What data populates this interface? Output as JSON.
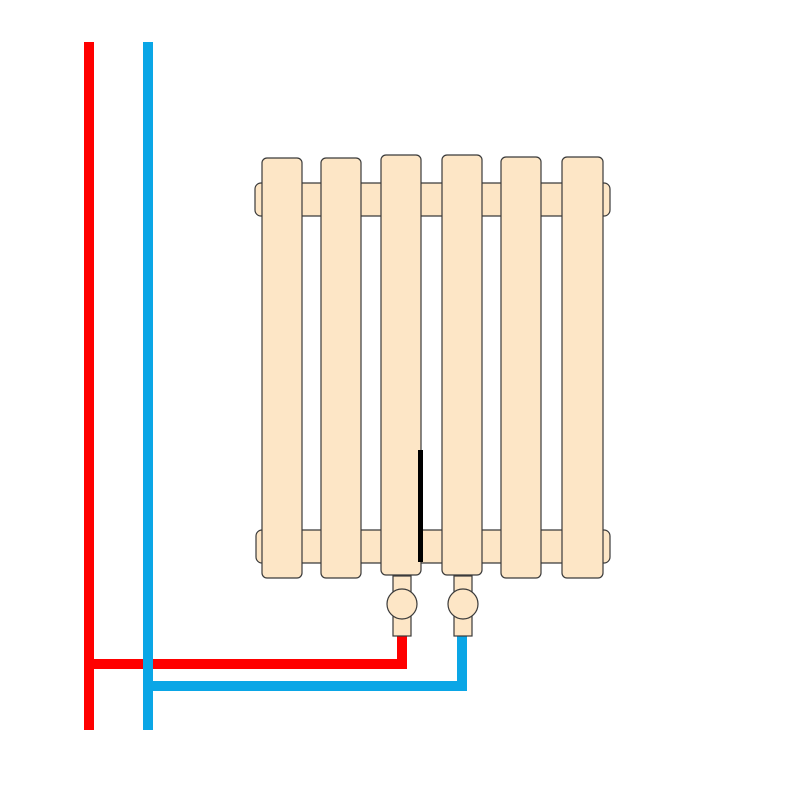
{
  "diagram": {
    "colors": {
      "background": "#ffffff",
      "supply_pipe": "#ff0000",
      "return_pipe": "#0aa6e6",
      "radiator_fill": "#fde6c6",
      "radiator_stroke": "#3a3a3a",
      "divider": "#000000"
    },
    "radiator": {
      "section_count": 6
    },
    "valves": [
      {
        "name": "supply-valve",
        "pipe": "supply"
      },
      {
        "name": "return-valve",
        "pipe": "return"
      }
    ],
    "pipes": [
      {
        "name": "supply-pipe",
        "role": "supply",
        "color_key": "supply_pipe"
      },
      {
        "name": "return-pipe",
        "role": "return",
        "color_key": "return_pipe"
      }
    ]
  }
}
